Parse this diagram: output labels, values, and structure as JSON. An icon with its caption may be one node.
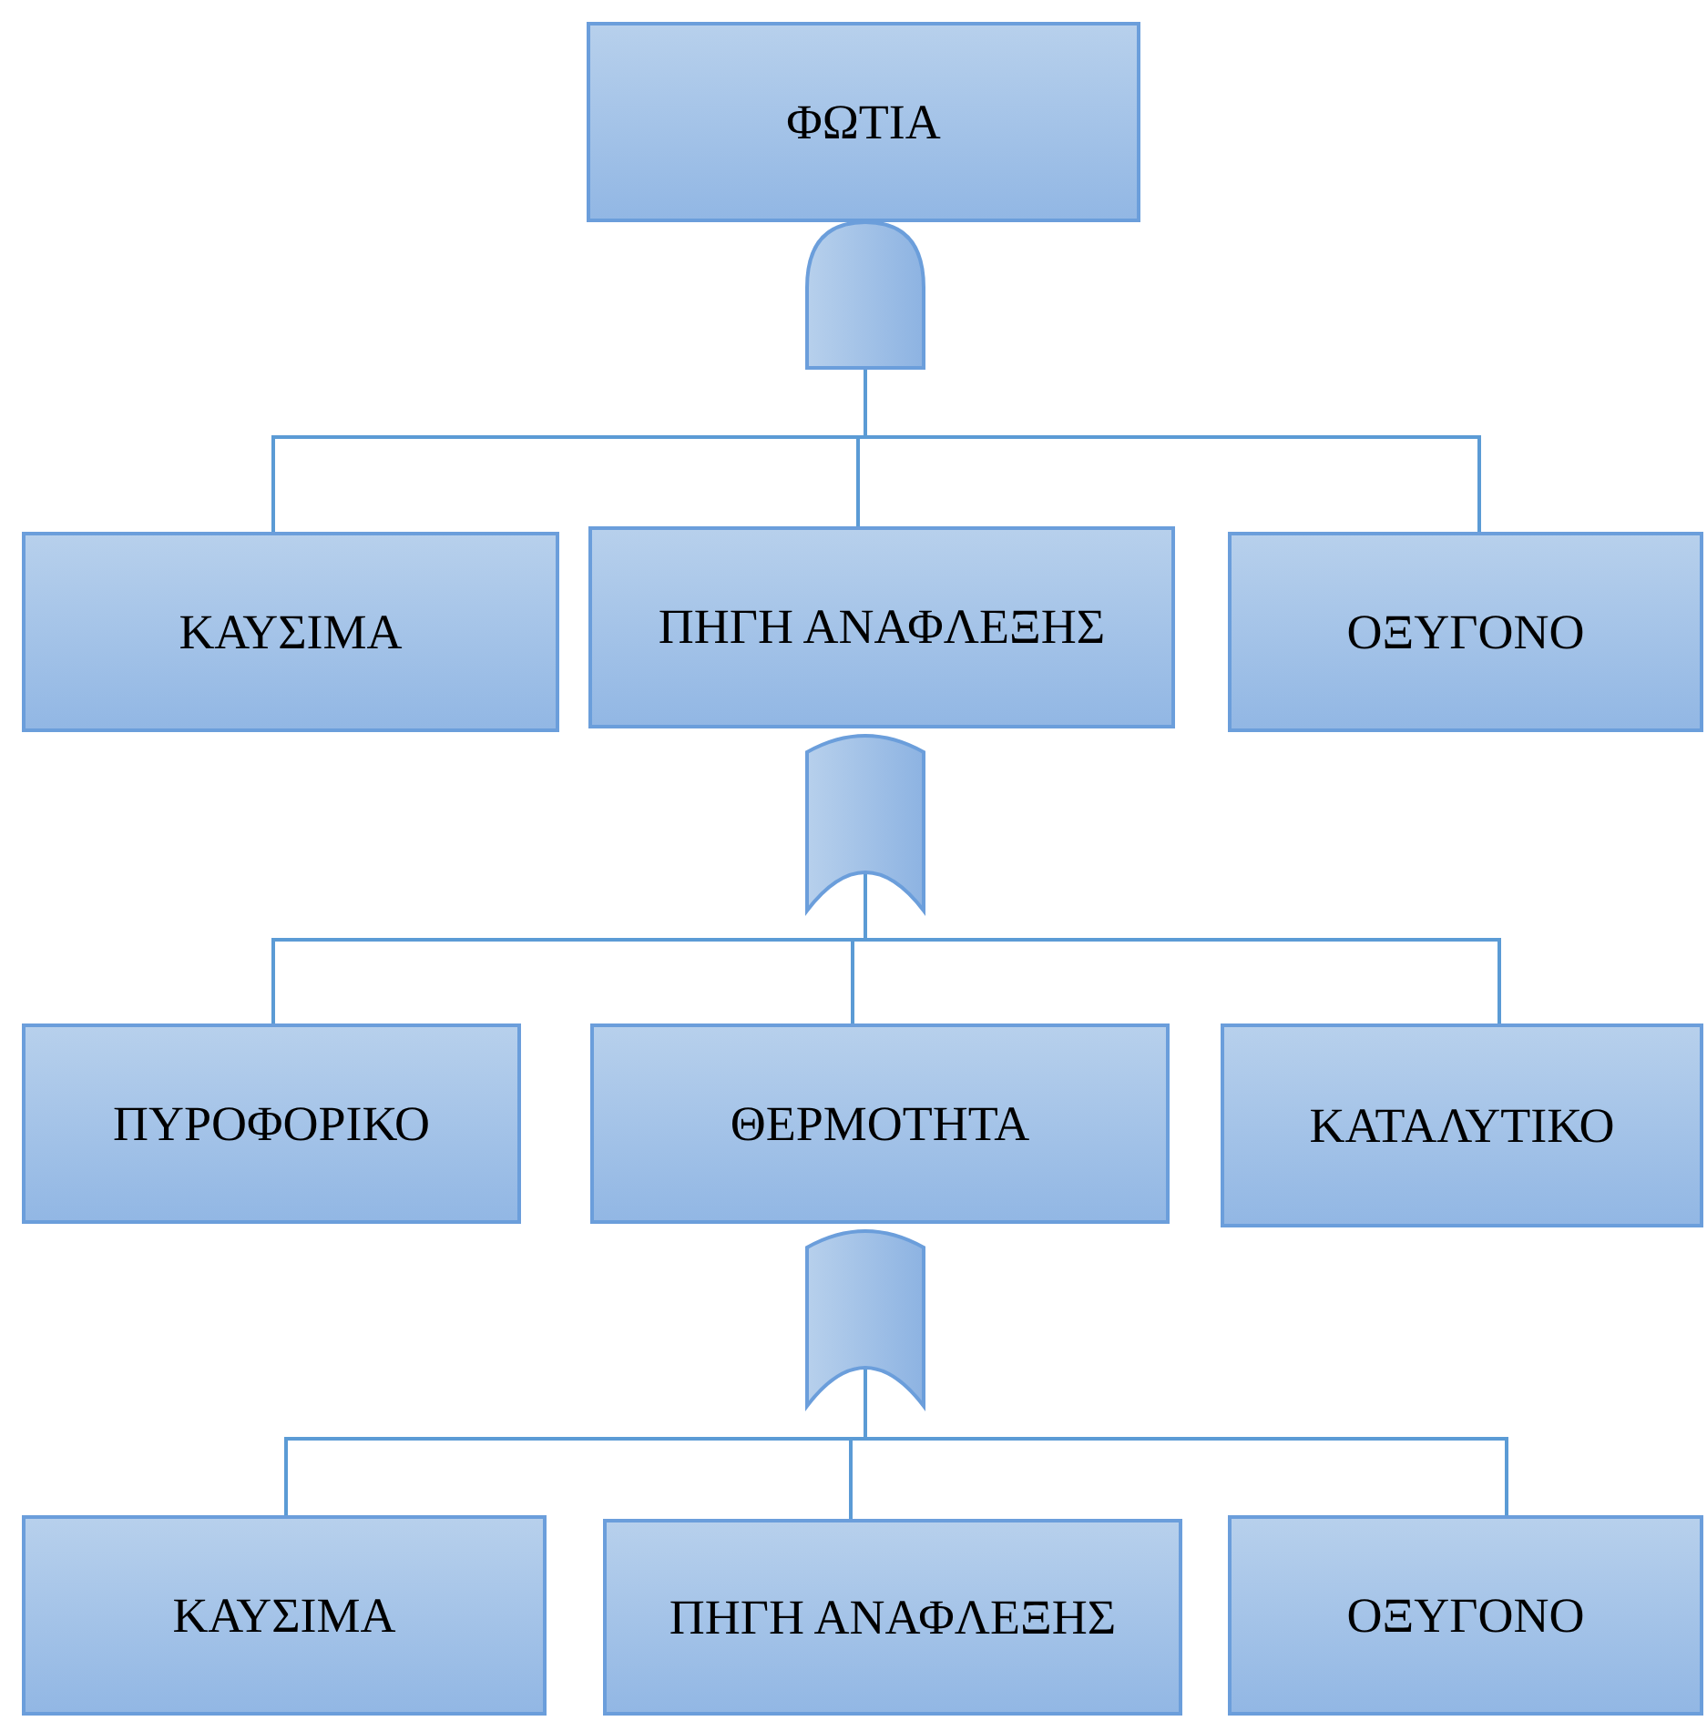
{
  "diagram": {
    "nodes": [
      {
        "text": [
          "ΦΩΤΙΑ"
        ]
      },
      {
        "text": [],
        "shape": "and-gate"
      },
      {
        "text": [
          "ΚΑΥΣΙΜΑ"
        ]
      },
      {
        "text": [
          "ΠΗΓΗ ΑΝΑΦΛΕΞΗΣ"
        ]
      },
      {
        "text": [
          "ΟΞΥΓΟΝΟ"
        ]
      },
      {
        "text": [],
        "shape": "or-gate"
      },
      {
        "text": [
          "ΠΥΡΟΦΟΡΙΚΟ"
        ]
      },
      {
        "text": [
          "ΘΕΡΜΟΤΗΤΑ"
        ]
      },
      {
        "text": [
          "ΚΑΤΑΛΥΤΙΚΟ"
        ]
      },
      {
        "text": [],
        "shape": "or-gate"
      },
      {
        "text": [
          "ΚΑΥΣΙΜΑ"
        ]
      },
      {
        "text": [
          "ΠΗΓΗ ΑΝΑΦΛΕΞΗΣ"
        ]
      },
      {
        "text": [
          "ΟΞΥΓΟΝΟ"
        ]
      }
    ],
    "edges": [
      {
        "from": 1,
        "to": 2,
        "arrow": "none"
      },
      {
        "from": 1,
        "to": 3,
        "arrow": "none"
      },
      {
        "from": 1,
        "to": 4,
        "arrow": "none"
      },
      {
        "from": 5,
        "to": 6,
        "arrow": "none"
      },
      {
        "from": 5,
        "to": 7,
        "arrow": "none"
      },
      {
        "from": 5,
        "to": 8,
        "arrow": "none"
      },
      {
        "from": 9,
        "to": 10,
        "arrow": "none"
      },
      {
        "from": 9,
        "to": 11,
        "arrow": "none"
      },
      {
        "from": 9,
        "to": 12,
        "arrow": "none"
      }
    ]
  }
}
